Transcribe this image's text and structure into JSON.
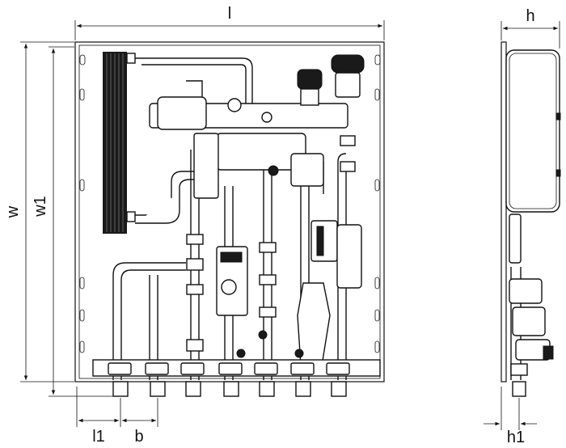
{
  "diagram": {
    "dimension_labels": {
      "length": "l",
      "height_w": "w",
      "height_w1": "w1",
      "offset_l1": "l1",
      "spacing_b": "b",
      "depth_h": "h",
      "depth_h1": "h1"
    }
  }
}
